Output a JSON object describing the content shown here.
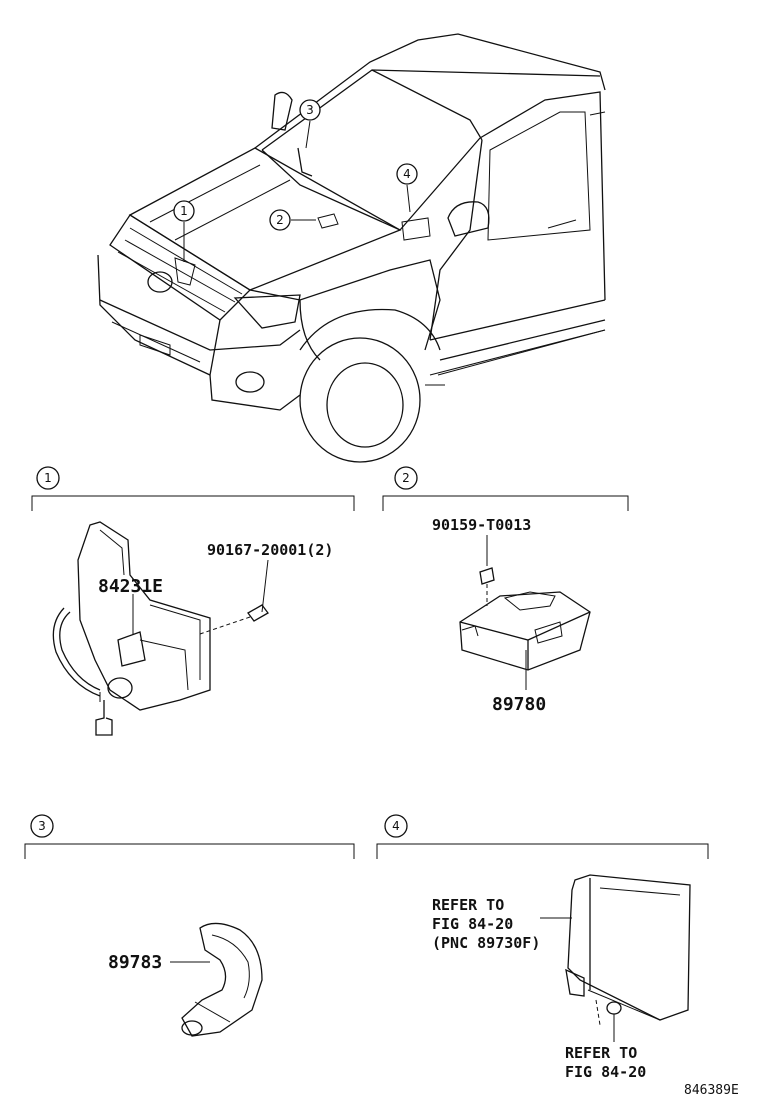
{
  "overview": {
    "callouts": [
      "1",
      "2",
      "3",
      "4"
    ]
  },
  "sections": [
    {
      "number": "1",
      "parts": [
        {
          "part_no": "84231E"
        },
        {
          "part_no": "90167-20001(2)"
        }
      ]
    },
    {
      "number": "2",
      "parts": [
        {
          "part_no": "90159-T0013"
        },
        {
          "part_no": "89780"
        }
      ]
    },
    {
      "number": "3",
      "parts": [
        {
          "part_no": "89783"
        }
      ]
    },
    {
      "number": "4",
      "notes": [
        {
          "lines": [
            "REFER TO",
            "FIG 84-20",
            "(PNC 89730F)"
          ]
        },
        {
          "lines": [
            "REFER TO",
            "FIG 84-20"
          ]
        }
      ]
    }
  ],
  "figure_id": "846389E"
}
